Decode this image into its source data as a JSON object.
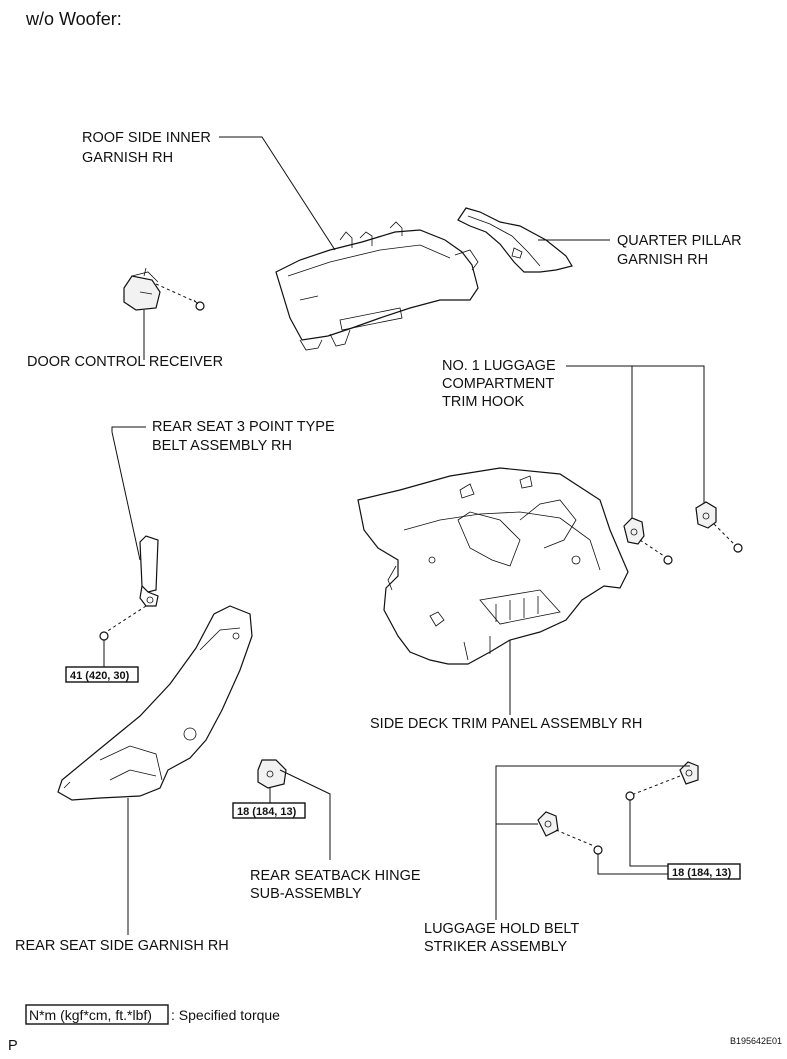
{
  "header": {
    "variant": "w/o Woofer:"
  },
  "parts": {
    "roof_side_inner_garnish": [
      "ROOF SIDE INNER",
      "GARNISH RH"
    ],
    "quarter_pillar_garnish": [
      "QUARTER PILLAR",
      "GARNISH RH"
    ],
    "door_control_receiver": [
      "DOOR CONTROL RECEIVER"
    ],
    "luggage_trim_hook": [
      "NO. 1 LUGGAGE",
      "COMPARTMENT",
      "TRIM HOOK"
    ],
    "rear_seat_belt": [
      "REAR SEAT 3 POINT TYPE",
      "BELT ASSEMBLY RH"
    ],
    "side_deck_trim_panel": [
      "SIDE DECK TRIM PANEL ASSEMBLY RH"
    ],
    "rear_seatback_hinge": [
      "REAR SEATBACK HINGE",
      "SUB-ASSEMBLY"
    ],
    "luggage_hold_belt_striker": [
      "LUGGAGE HOLD BELT",
      "STRIKER ASSEMBLY"
    ],
    "rear_seat_side_garnish": [
      "REAR SEAT SIDE GARNISH RH"
    ]
  },
  "torques": {
    "belt_bolt": "41 (420, 30)",
    "hinge_bolt": "18 (184, 13)",
    "striker_bolt": "18 (184, 13)"
  },
  "legend": {
    "unit": "N*m (kgf*cm, ft.*lbf)",
    "desc": ": Specified torque"
  },
  "footer": {
    "page_letter": "P",
    "figure_id": "B195642E01"
  }
}
